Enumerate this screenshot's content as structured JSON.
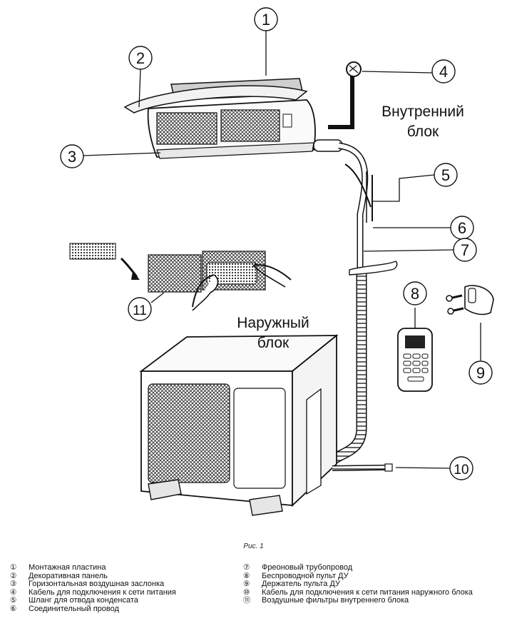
{
  "labels": {
    "indoor_unit": [
      "Внутренний",
      "блок"
    ],
    "outdoor_unit": [
      "Наружный",
      "блок"
    ]
  },
  "callouts": [
    "1",
    "2",
    "3",
    "4",
    "5",
    "6",
    "7",
    "8",
    "9",
    "10",
    "11"
  ],
  "caption": "Рис. 1",
  "legend_left": [
    {
      "num": "①",
      "text": "Монтажная пластина"
    },
    {
      "num": "②",
      "text": "Декоративная панель"
    },
    {
      "num": "③",
      "text": "Горизонтальная воздушная заслонка"
    },
    {
      "num": "④",
      "text": "Кабель для подключения к сети питания"
    },
    {
      "num": "⑤",
      "text": "Шланг для отвода конденсата"
    },
    {
      "num": "⑥",
      "text": "Соединительный провод"
    }
  ],
  "legend_right": [
    {
      "num": "⑦",
      "text": "Фреоновый трубопровод"
    },
    {
      "num": "⑧",
      "text": "Беспроводной пульт ДУ"
    },
    {
      "num": "⑨",
      "text": "Держатель пульта ДУ"
    },
    {
      "num": "⑩",
      "text": "Кабель для подключения к сети питания наружного блока"
    },
    {
      "num": "⑪",
      "text": "Воздушные фильтры внутреннего блока"
    }
  ]
}
